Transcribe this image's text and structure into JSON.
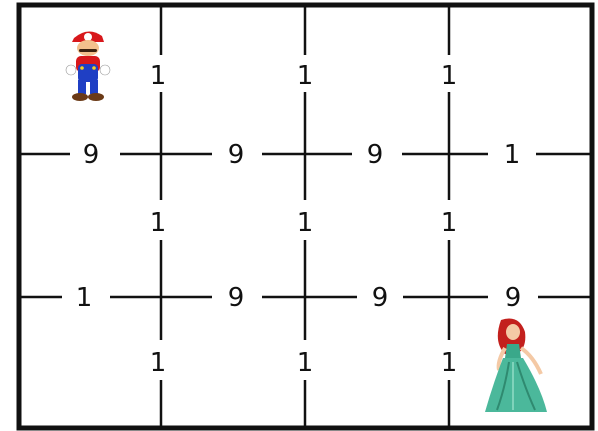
{
  "board": {
    "rows": 3,
    "cols": 4,
    "vertical_weights": [
      [
        "1",
        "1",
        "1"
      ],
      [
        "1",
        "1",
        "1"
      ],
      [
        "1",
        "1",
        "1"
      ]
    ],
    "horizontal_weights": [
      [
        "9",
        "9",
        "9",
        "1"
      ],
      [
        "1",
        "9",
        "9",
        "9"
      ]
    ]
  },
  "characters": {
    "start": {
      "icon": "mario-character-icon",
      "cell": [
        0,
        0
      ]
    },
    "goal": {
      "icon": "princess-ariel-character-icon",
      "cell": [
        2,
        3
      ]
    }
  },
  "colors": {
    "grid": "#111111",
    "background": "#ffffff"
  }
}
